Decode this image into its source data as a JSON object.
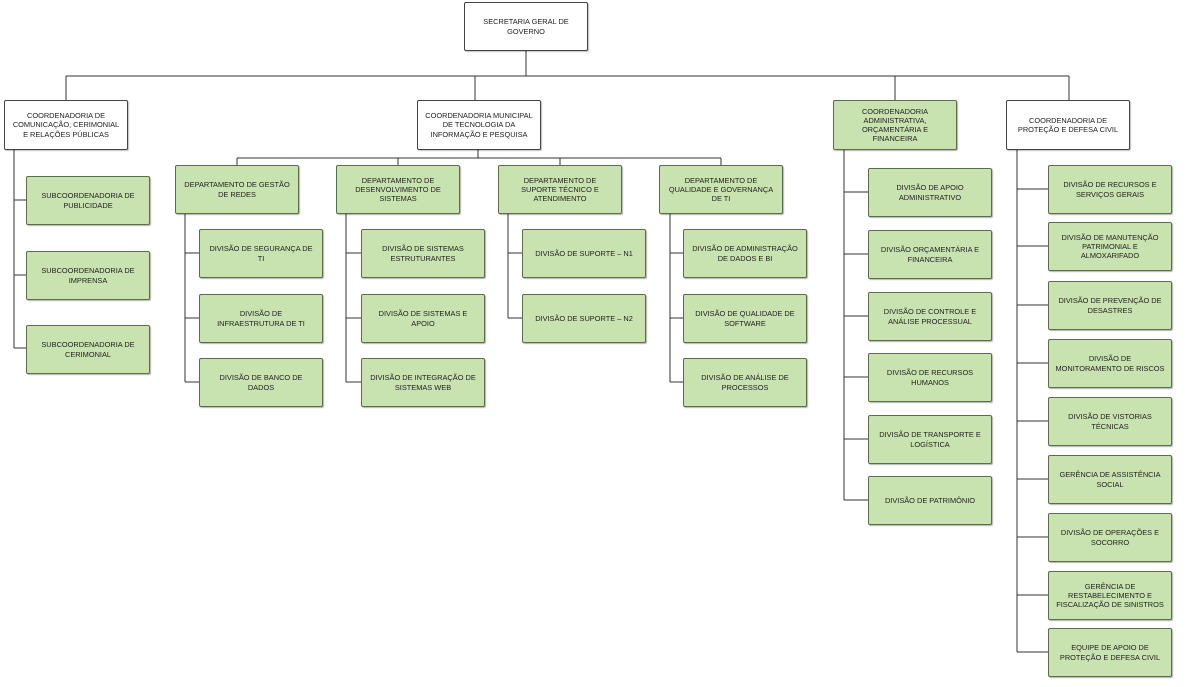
{
  "colors": {
    "node_white": "#ffffff",
    "node_green": "#c9e3b0",
    "line": "#333333"
  },
  "nodes": {
    "root": "SECRETARIA GERAL DE GOVERNO",
    "c1": "COORDENADORIA DE COMUNICAÇÃO, CERIMONIAL E RELAÇÕES PÚBLICAS",
    "c1_s1": "SUBCOORDENADORIA DE PUBLICIDADE",
    "c1_s2": "SUBCOORDENADORIA DE IMPRENSA",
    "c1_s3": "SUBCOORDENADORIA DE CERIMONIAL",
    "c2": "COORDENADORIA MUNICIPAL DE TECNOLOGIA DA INFORMAÇÃO E PESQUISA",
    "d1": "DEPARTAMENTO DE GESTÃO DE REDES",
    "d1_v1": "DIVISÃO DE SEGURANÇA DE TI",
    "d1_v2": "DIVISÃO DE INFRAESTRUTURA DE TI",
    "d1_v3": "DIVISÃO DE BANCO DE DADOS",
    "d2": "DEPARTAMENTO DE DESENVOLVIMENTO DE SISTEMAS",
    "d2_v1": "DIVISÃO DE SISTEMAS ESTRUTURANTES",
    "d2_v2": "DIVISÃO DE SISTEMAS E APOIO",
    "d2_v3": "DIVISÃO DE INTEGRAÇÃO DE SISTEMAS WEB",
    "d3": "DEPARTAMENTO DE SUPORTE TÉCNICO E ATENDIMENTO",
    "d3_v1": "DIVISÃO DE SUPORTE – N1",
    "d3_v2": "DIVISÃO DE SUPORTE – N2",
    "d4": "DEPARTAMENTO DE QUALIDADE E GOVERNANÇA DE TI",
    "d4_v1": "DIVISÃO DE ADMINISTRAÇÃO DE DADOS E BI",
    "d4_v2": "DIVISÃO DE QUALIDADE DE SOFTWARE",
    "d4_v3": "DIVISÃO DE ANÁLISE DE PROCESSOS",
    "c3": "COORDENADORIA ADMINISTRATIVA, ORÇAMENTÁRIA E FINANCEIRA",
    "c3_v1": "DIVISÃO DE APOIO ADMINISTRATIVO",
    "c3_v2": "DIVISÃO ORÇAMENTÁRIA E FINANCEIRA",
    "c3_v3": "DIVISÃO DE CONTROLE E ANÁLISE PROCESSUAL",
    "c3_v4": "DIVISÃO DE RECURSOS HUMANOS",
    "c3_v5": "DIVISÃO DE TRANSPORTE E LOGÍSTICA",
    "c3_v6": "DIVISÃO DE PATRIMÔNIO",
    "c4": "COORDENADORIA DE PROTEÇÃO E DEFESA CIVIL",
    "c4_v1": "DIVISÃO DE RECURSOS E SERVIÇOS GERAIS",
    "c4_v2": "DIVISÃO DE MANUTENÇÃO PATRIMONIAL E ALMOXARIFADO",
    "c4_v3": "DIVISÃO DE PREVENÇÃO DE DESASTRES",
    "c4_v4": "DIVISÃO DE MONITORAMENTO DE RISCOS",
    "c4_v5": "DIVISÃO DE VISTORIAS TÉCNICAS",
    "c4_v6": "GERÊNCIA DE ASSISTÊNCIA SOCIAL",
    "c4_v7": "DIVISÃO DE OPERAÇÕES E SOCORRO",
    "c4_v8": "GERÊNCIA DE RESTABELECIMENTO E FISCALIZAÇÃO DE SINISTROS",
    "c4_v9": "EQUIPE DE APOIO DE PROTEÇÃO E DEFESA CIVIL"
  }
}
